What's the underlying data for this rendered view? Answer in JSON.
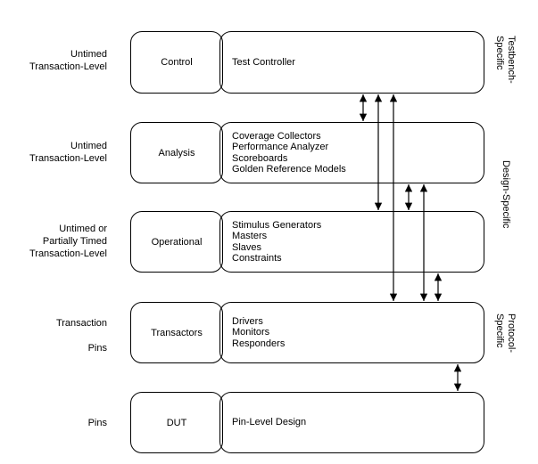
{
  "layers": [
    {
      "left_label": [
        "Untimed",
        "Transaction-Level"
      ],
      "component": "Control",
      "items": [
        "Test Controller"
      ]
    },
    {
      "left_label": [
        "Untimed",
        "Transaction-Level"
      ],
      "component": "Analysis",
      "items": [
        "Coverage Collectors",
        "Performance Analyzer",
        "Scoreboards",
        "Golden Reference Models"
      ]
    },
    {
      "left_label": [
        "Untimed or",
        "Partially Timed",
        "Transaction-Level"
      ],
      "component": "Operational",
      "items": [
        "Stimulus Generators",
        "Masters",
        "Slaves",
        "Constraints"
      ]
    },
    {
      "left_label_top": "Transaction",
      "left_label_bottom": "Pins",
      "component": "Transactors",
      "items": [
        "Drivers",
        "Monitors",
        "Responders"
      ]
    },
    {
      "left_label": [
        "Pins"
      ],
      "component": "DUT",
      "items": [
        "Pin-Level Design"
      ]
    }
  ],
  "side_labels": {
    "testbench": [
      "Testbench-",
      "Specific"
    ],
    "design": [
      "Design-Specific"
    ],
    "protocol": [
      "Protocol-",
      "Specific"
    ]
  }
}
